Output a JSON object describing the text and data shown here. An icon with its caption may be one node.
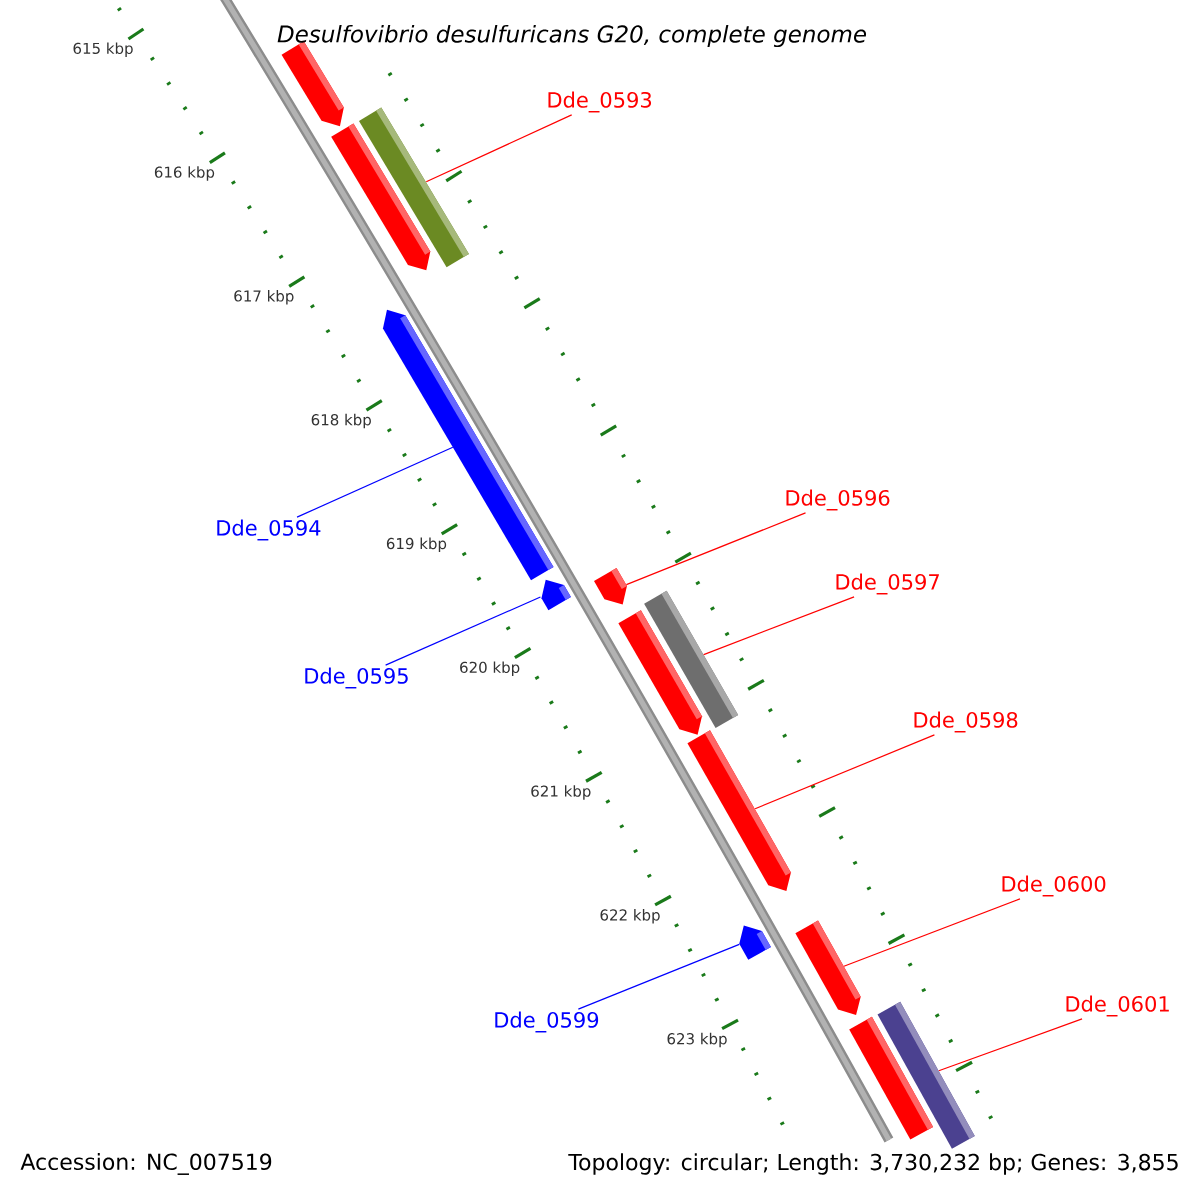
{
  "diagram": {
    "title": "Desulfovibrio desulfuricans G20, complete genome",
    "nodes": [
      {
        "text": [],
        "shape": "bar"
      },
      {
        "text": [],
        "shape": "bar"
      },
      {
        "text": [],
        "shape": "bar"
      },
      {
        "text": [],
        "shape": "bar"
      },
      {
        "text": [],
        "shape": "bar"
      },
      {
        "text": [],
        "shape": "bar"
      },
      {
        "text": [],
        "shape": "bar"
      },
      {
        "text": [],
        "shape": "bar"
      },
      {
        "text": [],
        "shape": "bar"
      },
      {
        "text": [],
        "shape": "bar"
      },
      {
        "text": [],
        "shape": "bar"
      },
      {
        "text": [],
        "shape": "bar"
      },
      {
        "text": [],
        "shape": "bar"
      },
      {
        "text": [
          "Dde_0593"
        ]
      },
      {
        "text": [
          "Dde_0596"
        ]
      },
      {
        "text": [
          "Dde_0594"
        ]
      },
      {
        "text": [
          "Dde_0597"
        ]
      },
      {
        "text": [
          "Dde_0595"
        ]
      },
      {
        "text": [
          "Dde_0598"
        ]
      },
      {
        "text": [
          "Dde_0600"
        ]
      },
      {
        "text": [
          "Dde_0601"
        ]
      },
      {
        "text": [
          "Dde_0599"
        ]
      }
    ],
    "edges": [
      {
        "from": 13,
        "to": 2,
        "arrow": "none"
      },
      {
        "from": 14,
        "to": 5,
        "arrow": "none"
      },
      {
        "from": 15,
        "to": 3,
        "arrow": "none",
        "color": "#0000ff"
      },
      {
        "from": 16,
        "to": 7,
        "arrow": "none"
      },
      {
        "from": 17,
        "to": 4,
        "arrow": "none",
        "color": "#0000ff"
      },
      {
        "from": 18,
        "to": 8,
        "arrow": "none"
      },
      {
        "from": 19,
        "to": 10,
        "arrow": "none"
      },
      {
        "from": 20,
        "to": 12,
        "arrow": "none"
      },
      {
        "from": 21,
        "to": 9,
        "arrow": "none",
        "color": "#0000ff"
      }
    ],
    "labels": [
      "615 kbp",
      "616 kbp",
      "617 kbp",
      "618 kbp",
      "619 kbp",
      "620 kbp",
      "621 kbp",
      "622 kbp",
      "623 kbp",
      "Accession: NC_007519",
      "Topology: circular; Length: 3,730,232 bp; Genes: 3,855"
    ]
  }
}
